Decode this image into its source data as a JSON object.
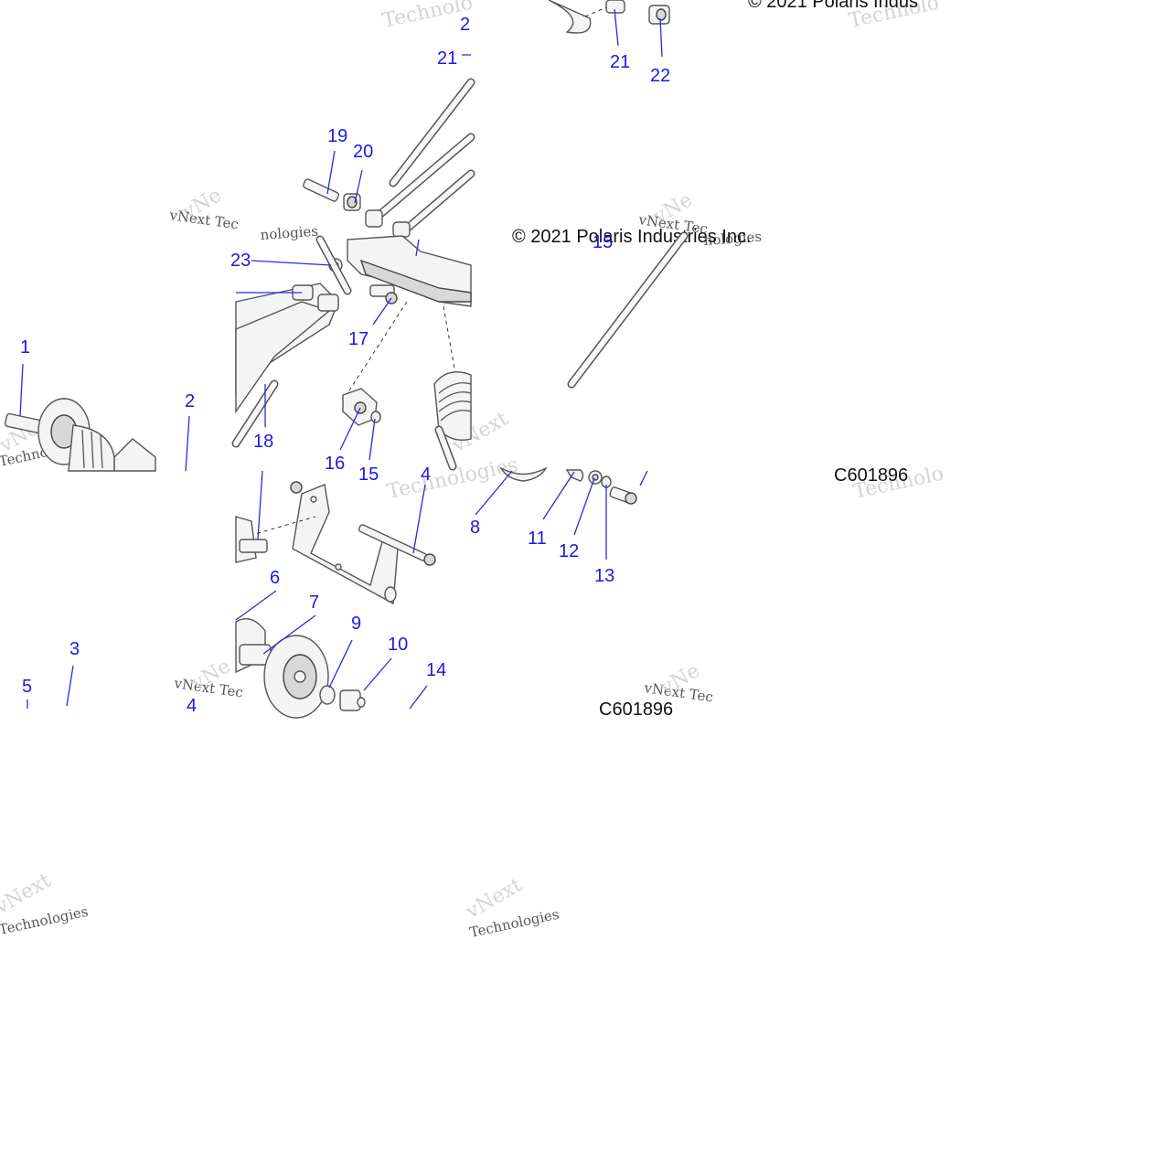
{
  "diagram": {
    "copyright": [
      "© 2021 Polaris Indus",
      "© 2021 Polaris Industries Inc."
    ],
    "code": [
      "C601896",
      "C601896"
    ],
    "watermark": {
      "brand": "vNext",
      "brand_alt": "vNe",
      "tech": "Technologies",
      "tech_short": "Technolo",
      "tech_small": "vNext Tec",
      "ologies": "nologies"
    },
    "callouts": {
      "c1": "1",
      "c2": "2",
      "c3": "3",
      "c4": "4",
      "c5": "5",
      "c6": "6",
      "c7": "7",
      "c8": "8",
      "c9": "9",
      "c10": "10",
      "c11": "11",
      "c12": "12",
      "c13": "13",
      "c14": "14",
      "c15": "15",
      "c16": "16",
      "c17": "17",
      "c18": "18",
      "c19": "19",
      "c20": "20",
      "c21": "21",
      "c22": "22",
      "c23": "23",
      "c2top": "2",
      "c21top": "21",
      "c4b": "4",
      "c15b": "15"
    }
  }
}
